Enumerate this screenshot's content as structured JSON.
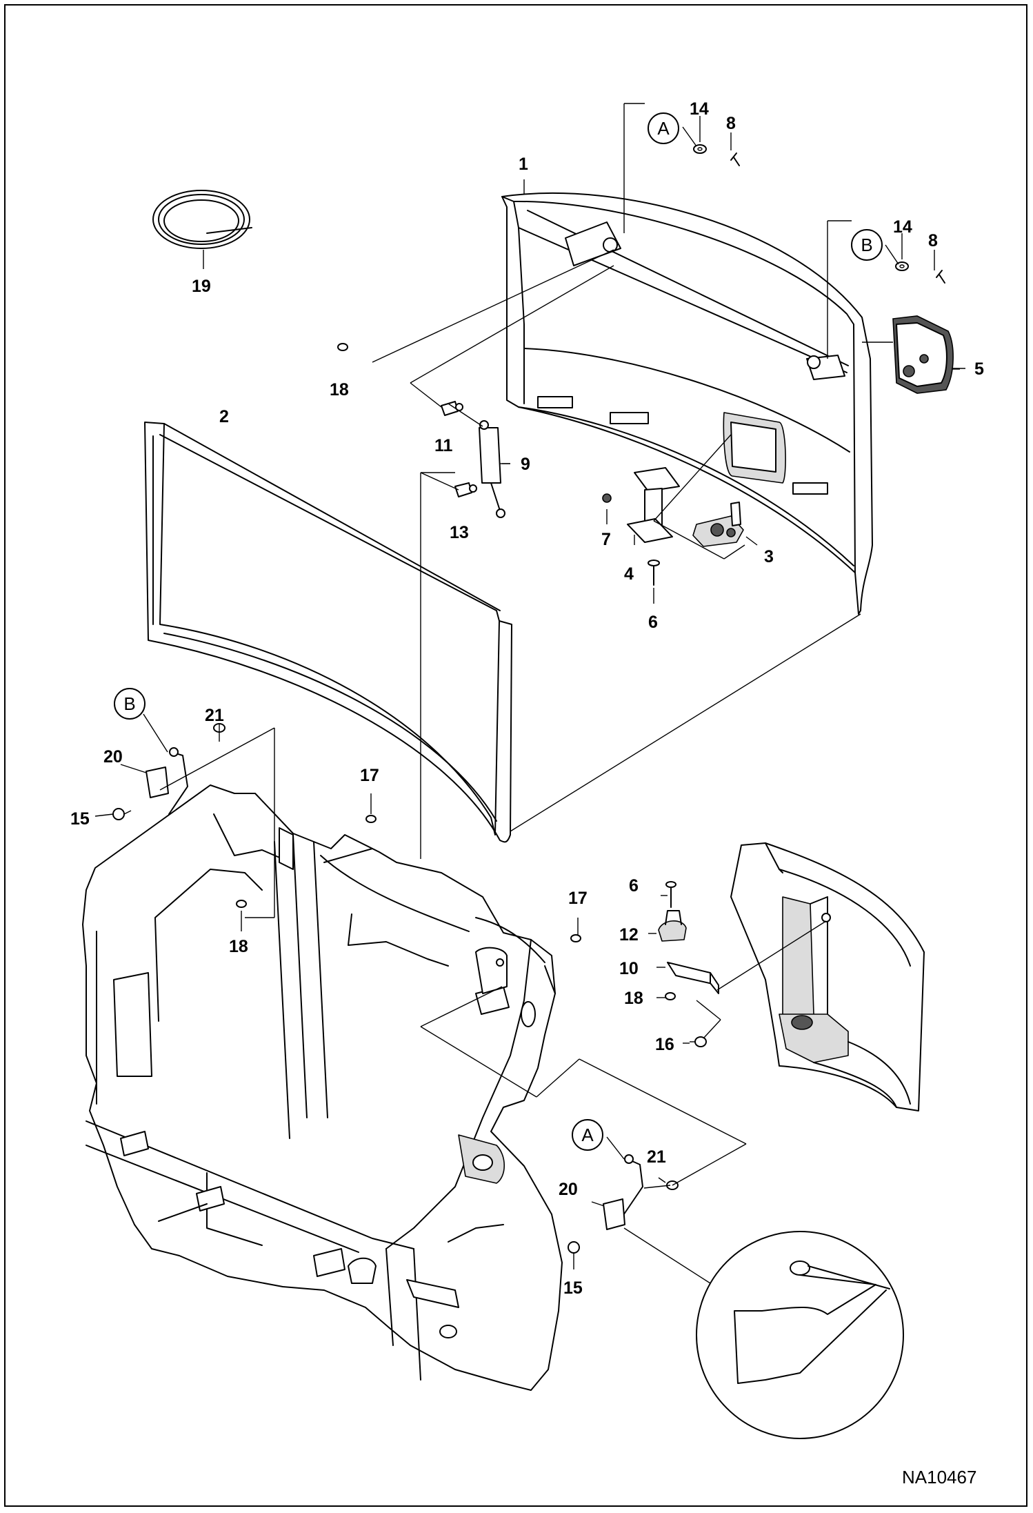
{
  "figure_id": "NA10467",
  "detail_refs": [
    "A",
    "B"
  ],
  "callouts": [
    "1",
    "2",
    "3",
    "4",
    "5",
    "6",
    "7",
    "8",
    "9",
    "10",
    "11",
    "12",
    "13",
    "14",
    "15",
    "16",
    "17",
    "18",
    "19",
    "20",
    "21"
  ]
}
